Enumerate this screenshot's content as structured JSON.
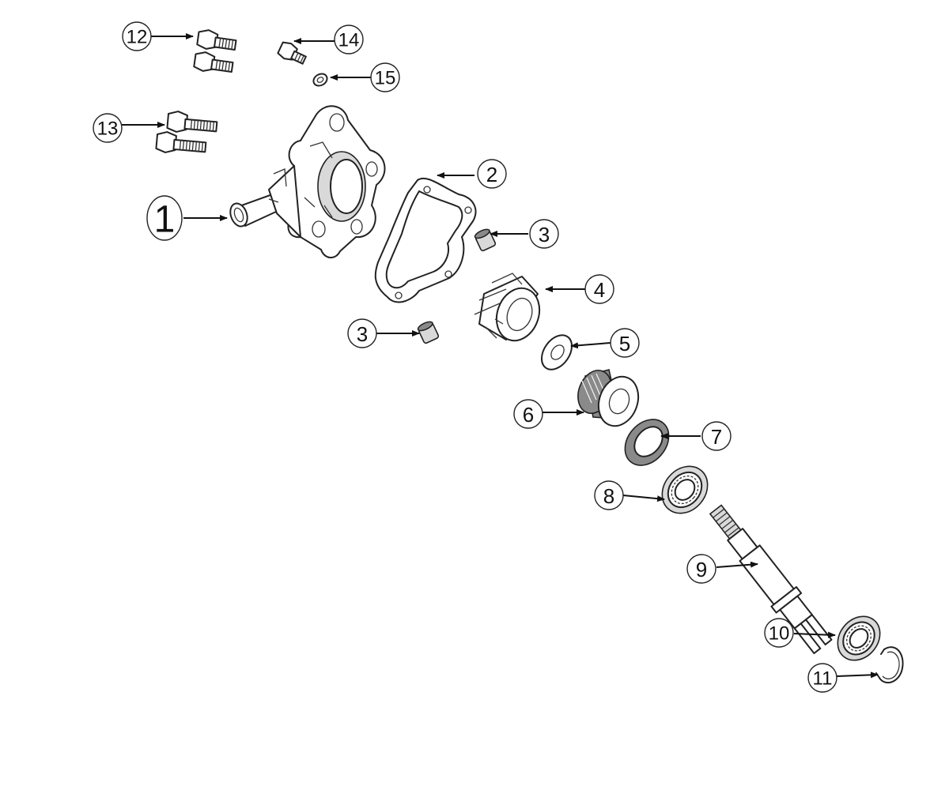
{
  "diagram": {
    "callouts": [
      {
        "id": "c1",
        "label": "1"
      },
      {
        "id": "c2",
        "label": "2"
      },
      {
        "id": "c3a",
        "label": "3"
      },
      {
        "id": "c3b",
        "label": "3"
      },
      {
        "id": "c4",
        "label": "4"
      },
      {
        "id": "c5",
        "label": "5"
      },
      {
        "id": "c6",
        "label": "6"
      },
      {
        "id": "c7",
        "label": "7"
      },
      {
        "id": "c8",
        "label": "8"
      },
      {
        "id": "c9",
        "label": "9"
      },
      {
        "id": "c10",
        "label": "10"
      },
      {
        "id": "c11",
        "label": "11"
      },
      {
        "id": "c12",
        "label": "12"
      },
      {
        "id": "c13",
        "label": "13"
      },
      {
        "id": "c14",
        "label": "14"
      },
      {
        "id": "c15",
        "label": "15"
      }
    ]
  },
  "colors": {
    "line": "#222222",
    "background": "#ffffff",
    "metal_light": "#d9d9d9",
    "metal_dark": "#8a8a8a"
  }
}
